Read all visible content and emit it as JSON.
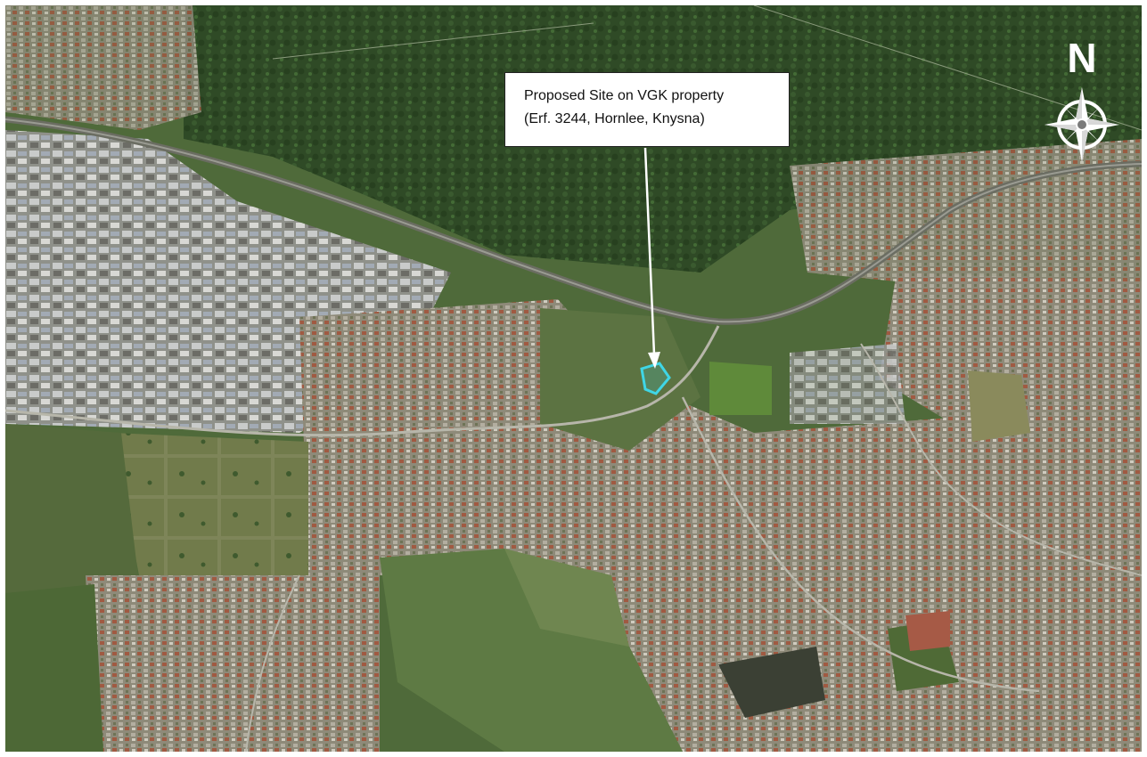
{
  "map": {
    "callout": {
      "line1": "Proposed Site on VGK property",
      "line2": "(Erf. 3244, Hornlee, Knysna)"
    },
    "compass": {
      "north_label": "N",
      "icon": "compass-rose-icon"
    },
    "site_marker": {
      "icon": "site-boundary-polygon",
      "color": "#3fd6e6"
    },
    "arrow": {
      "icon": "pointer-arrow",
      "color": "#ffffff"
    },
    "colors": {
      "forest": "#2f4a26",
      "residential": "#8f8a78",
      "industrial": "#a9aaa6",
      "field": "#6f7b4c",
      "water": "#3b4034"
    }
  }
}
